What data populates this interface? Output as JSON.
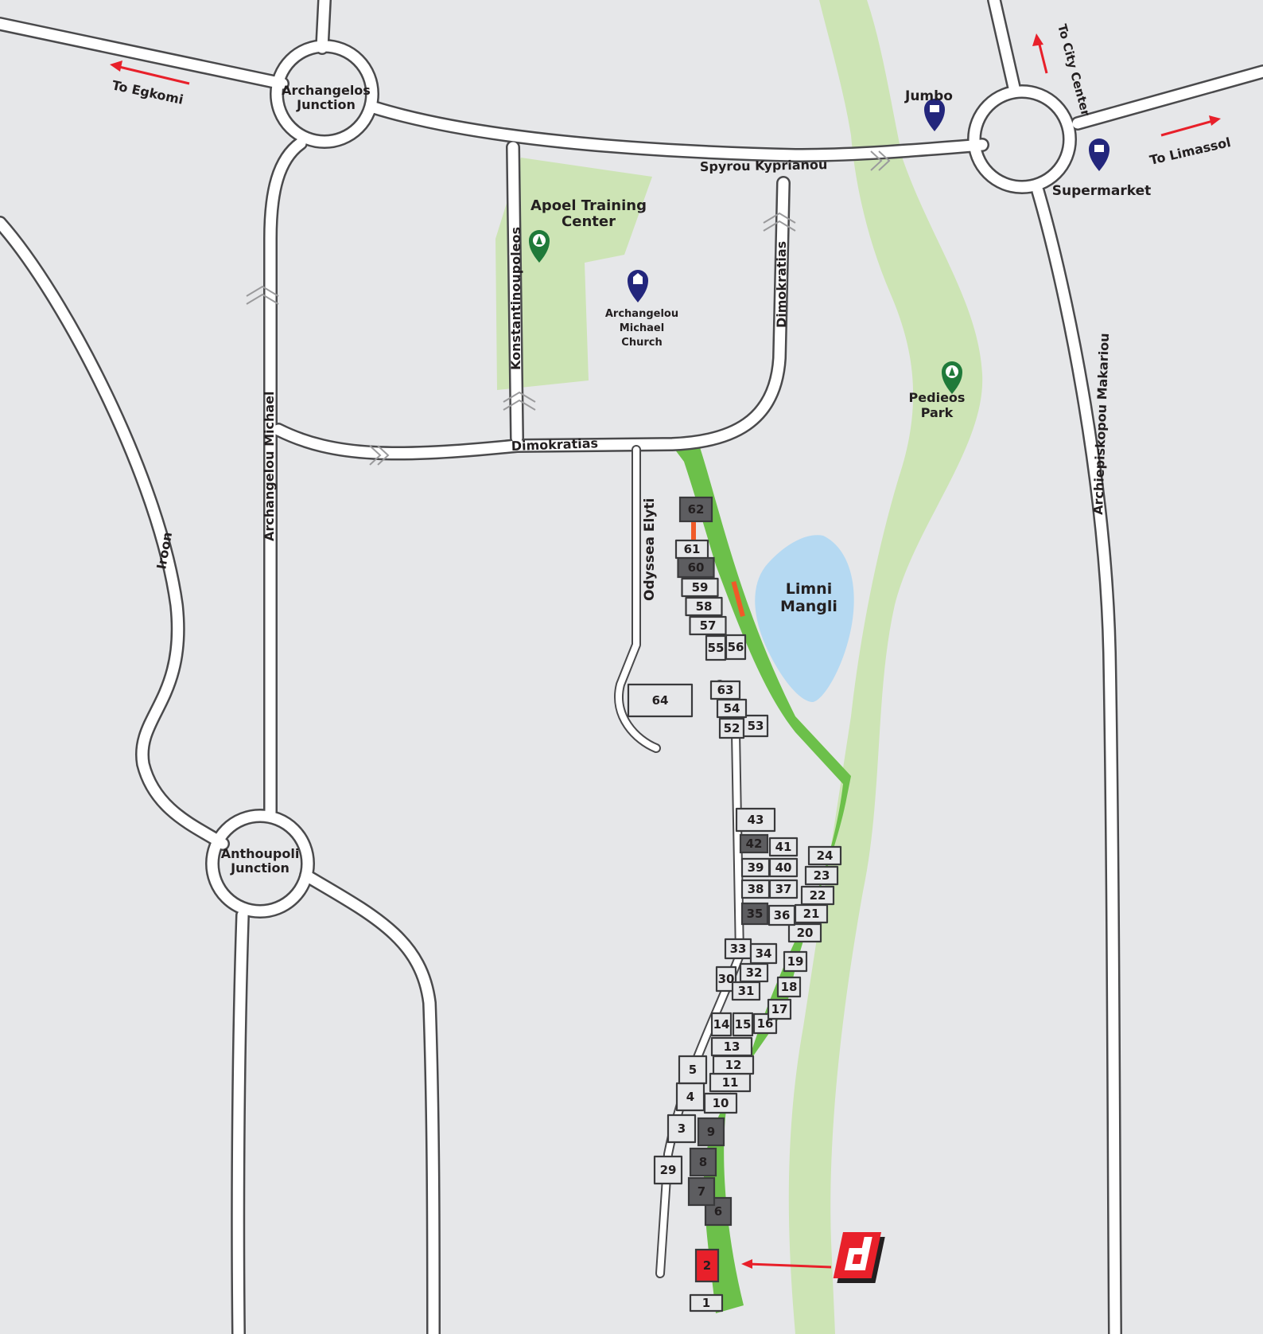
{
  "colors": {
    "background": "#e6e7e9",
    "park": "#cde4b5",
    "greenstrip": "#6cc04a",
    "lake": "#b5d9f2",
    "road": "#ffffff",
    "road_edge": "#4a4a4c",
    "arrow": "#e8202a",
    "pin_blue": "#23267c",
    "pin_green": "#1f7a3a",
    "plot_sold": "#5d5d60",
    "plot_selected": "#e8202a",
    "logo_red": "#e8202a"
  },
  "junctions": {
    "archangelos": [
      "Archangelos",
      "Junction"
    ],
    "anthoupoli": [
      "Anthoupoli",
      "Junction"
    ]
  },
  "streets": {
    "spyrou_kyprianou": "Spyrou Kyprianou",
    "dimokratias_h": "Dimokratias",
    "dimokratias_v": "Dimokratias",
    "konstantinoupoleos": "Konstantinoupoleos",
    "archangelou_michael": "Archangelou Michael",
    "iroon": "Iroon",
    "odyssea_elyti": "Odyssea Elyti",
    "archiepiskopou_makariou": "Archiepiskopou Makariou"
  },
  "directions": {
    "egkomi": "To  Egkomi",
    "city_center": "To City Center",
    "limassol": "To  Limassol"
  },
  "pois": {
    "jumbo": "Jumbo",
    "supermarket": "Supermarket",
    "apoel": [
      "Apoel Training",
      "Center"
    ],
    "church": [
      "Archangelou",
      "Michael",
      "Church"
    ],
    "pedieos": [
      "Pedieos",
      "Park"
    ],
    "lake": [
      "Limni",
      "Mangli"
    ]
  },
  "plots": {
    "sold": [
      "62",
      "60",
      "42",
      "35",
      "9",
      "8",
      "7",
      "6"
    ],
    "selected": "2",
    "numbers": [
      "1",
      "2",
      "3",
      "4",
      "5",
      "6",
      "7",
      "8",
      "9",
      "10",
      "11",
      "12",
      "13",
      "14",
      "15",
      "16",
      "17",
      "18",
      "19",
      "20",
      "21",
      "22",
      "23",
      "24",
      "29",
      "30",
      "31",
      "32",
      "33",
      "34",
      "35",
      "36",
      "37",
      "38",
      "39",
      "40",
      "41",
      "42",
      "43",
      "52",
      "53",
      "54",
      "55",
      "56",
      "57",
      "58",
      "59",
      "60",
      "61",
      "62",
      "63",
      "64"
    ]
  },
  "logo": "d"
}
